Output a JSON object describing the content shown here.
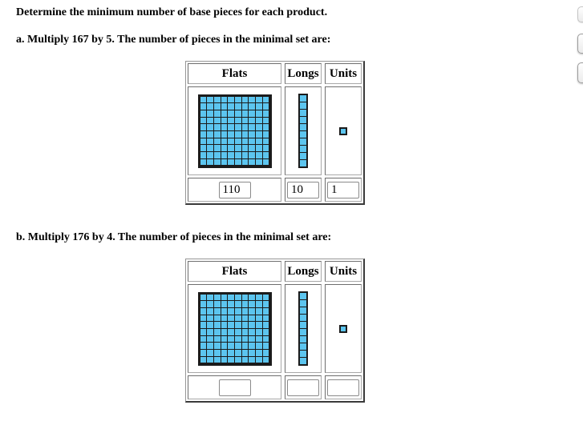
{
  "header": {
    "title": "Determine the minimum number of base pieces for each product."
  },
  "problems": [
    {
      "prompt": "a. Multiply 167 by 5. The number of pieces in the minimal set are:",
      "columns": [
        {
          "label": "Flats",
          "piece": "flat-block",
          "value": "110"
        },
        {
          "label": "Longs",
          "piece": "long-block",
          "value": "10"
        },
        {
          "label": "Units",
          "piece": "unit-block",
          "value": "1"
        }
      ]
    },
    {
      "prompt": "b. Multiply 176 by 4. The number of pieces in the minimal set are:",
      "columns": [
        {
          "label": "Flats",
          "piece": "flat-block",
          "value": ""
        },
        {
          "label": "Longs",
          "piece": "long-block",
          "value": ""
        },
        {
          "label": "Units",
          "piece": "unit-block",
          "value": ""
        }
      ]
    }
  ],
  "blocks": {
    "flat": {
      "rows": 10,
      "cols": 10
    },
    "long": {
      "rows": 10,
      "cols": 1
    },
    "unit": {
      "rows": 1,
      "cols": 1
    }
  },
  "colors": {
    "block_fill": "#5cc5ef",
    "block_border": "#1b1b1b",
    "table_border": "#969696",
    "table_border_dark": "#3a3a3a",
    "cell_border": "#a8a8a8",
    "cell_border_dark": "#6e6e6e",
    "input_border": "#8a8a8a"
  },
  "side_panel": {
    "buttons": [
      {
        "name": "side-button-top"
      },
      {
        "name": "side-button-middle"
      },
      {
        "name": "side-button-bottom"
      }
    ]
  }
}
